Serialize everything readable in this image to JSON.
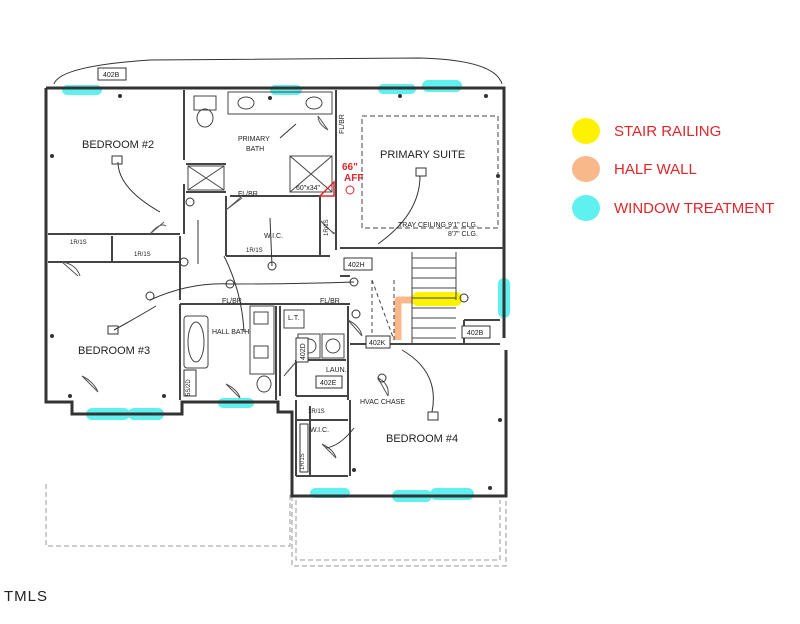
{
  "legend": [
    {
      "label": "STAIR RAILING",
      "color": "#fff200"
    },
    {
      "label": "HALF WALL",
      "color": "#f9b88a"
    },
    {
      "label": "WINDOW TREATMENT",
      "color": "#5ff0f0"
    }
  ],
  "legend_text_color": "#e0262b",
  "rooms": {
    "bedroom2": "BEDROOM #2",
    "bedroom3": "BEDROOM #3",
    "bedroom4": "BEDROOM #4",
    "primary_suite": "PRIMARY SUITE",
    "primary_bath_1": "PRIMARY",
    "primary_bath_2": "BATH",
    "wic1": "W.I.C.",
    "wic2": "W.I.C.",
    "hall_bath": "HALL BATH",
    "laun": "LAUN.",
    "lt": "L.T.",
    "hvac": "HVAC CHASE"
  },
  "notes": {
    "tray1": "TRAY CEILING",
    "tray2": "9'1\" CLG.",
    "tray3": "8'7\" CLG.",
    "shower": "60\"x34\"",
    "aff1": "66\"",
    "aff2": "AFF"
  },
  "tags": {
    "t402b_top": "402B",
    "t402b_right": "402B",
    "t402h": "402H",
    "t402k": "402K",
    "t402d": "402D",
    "t402e": "402E",
    "flbr1": "FL/BR",
    "flbr2": "FL/BR",
    "flbr3": "FL/BR",
    "flbr4": "FL/BR",
    "shelf1": "1R/1S",
    "shelf2": "1R/1S",
    "shelf3": "1R/1S",
    "shelf4": "1R/1S",
    "shelf5": "1R/1S",
    "shelf6": "5S/2D",
    "shelf7": "1R/1S"
  },
  "watermark": "TMLS"
}
